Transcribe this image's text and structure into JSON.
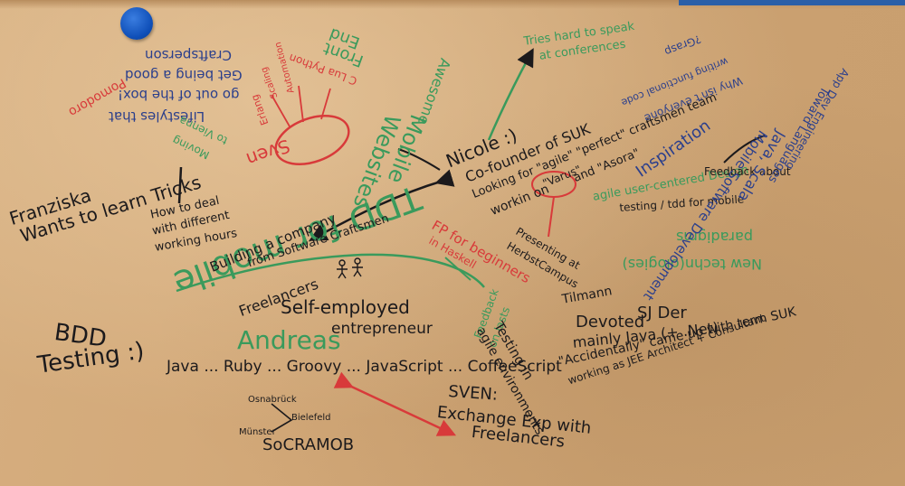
{
  "board": {
    "franziska": [
      "Franziska",
      "Wants to learn Tricks"
    ],
    "bdd": [
      "BDD",
      "Testing :)"
    ],
    "how_to_deal": [
      "How to deal",
      "with different",
      "working hours"
    ],
    "upside_blue": [
      "Lifestyles that",
      "go out of the box!",
      "Get being a good",
      "Craftsperson"
    ],
    "pomodoro": "Pomodoro",
    "moving": [
      "Moving",
      "to Vienna"
    ],
    "sven_circle": "Sven",
    "sven_notes": [
      "Erlang",
      "Scaling",
      "Automation",
      "C Lua Python"
    ],
    "front_end": [
      "Front",
      "End"
    ],
    "mobile": [
      "Mobile",
      "Websites"
    ],
    "awesome": "Awesome",
    "tdd_mobile": "TDD for mobile",
    "tries_hard": [
      "Tries hard to speak",
      "at conferences"
    ],
    "nicole": "Nicole :)",
    "cofounder": "Co-founder of SUK",
    "looking_for": "Looking for \"agile\" \"perfect\" craftsmen team",
    "workin_on": [
      "workin on",
      "\"Varus\"",
      "and \"Asora\""
    ],
    "fp": [
      "FP for beginners",
      "in Haskell"
    ],
    "presenting": [
      "Presenting at",
      "HerbstCampus"
    ],
    "building": [
      "Building a company",
      "from Software Craftsmen"
    ],
    "freelancers": "Freelancers",
    "self_employed": "Self-employed",
    "entrepreneur": "entrepreneur",
    "andreas": "Andreas",
    "languages": "Java ... Ruby ... Groovy ... JavaScript ... CoffeeScript",
    "cities": [
      "Osnabrück",
      "Bielefeld",
      "Münster"
    ],
    "socramob": "SoCRAMOB",
    "sven_exchange": [
      "SVEN:",
      "Exchange Exp with",
      "Freelancers"
    ],
    "feedback_lasts": [
      "Feedback",
      "on lasts"
    ],
    "testing_agile": [
      "Testing in",
      "agile environments"
    ],
    "tilmann": "Tilmann",
    "devoted": "Devoted",
    "sj_der": "SJ Der",
    "mainly_java": "mainly Java (+ .Net)",
    "accidentally": "\"Accidentally\" came up with term SUK",
    "working_as": "working as JEE Architect + Consultant",
    "inspiration": "Inspiration",
    "agile_ucd": [
      "agile user-centered Design",
      "testing / tdd for mobile"
    ],
    "feedback_about": [
      "Feedback about"
    ],
    "paradigms": [
      "paradigms",
      "New techn(ologies)"
    ],
    "right_blue": [
      "Java, Scala",
      "Mobile Software Development",
      "Toward Languages",
      "App Dev Engineering"
    ],
    "why_isnt": [
      "Why isn't everyone",
      "writing functional code",
      "?Grasp"
    ]
  },
  "colors": {
    "ink_black": "#1c1a1c",
    "ink_blue": "#2b3f8c",
    "ink_green": "#3a9a5c",
    "ink_red": "#d83a3a",
    "paper": "#d2a878",
    "pin": "#1a5fcf"
  }
}
